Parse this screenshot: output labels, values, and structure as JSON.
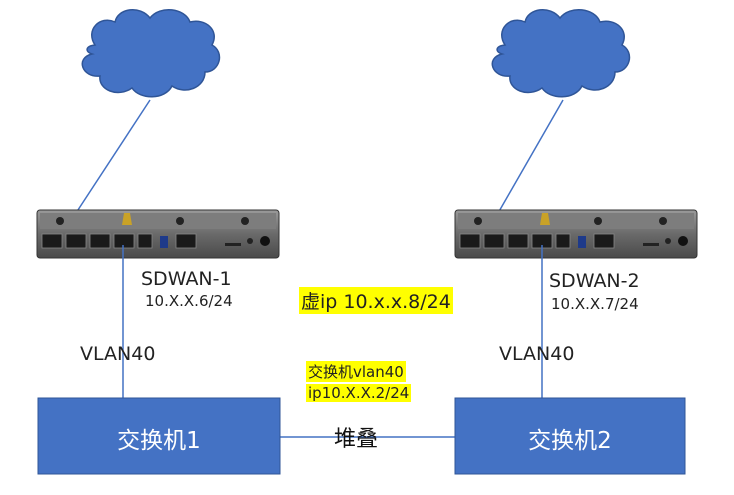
{
  "routers": [
    {
      "name": "SDWAN-1",
      "ip": "10.X.X.6/24"
    },
    {
      "name": "SDWAN-2",
      "ip": "10.X.X.7/24"
    }
  ],
  "vlan_left": "VLAN40",
  "vlan_right": "VLAN40",
  "vip": "虚ip 10.x.x.8/24",
  "switch_vlan": {
    "line1": "交换机vlan40",
    "line2": "ip10.X.X.2/24"
  },
  "switches": [
    {
      "label": "交换机1"
    },
    {
      "label": "交换机2"
    }
  ],
  "stack_label": "堆叠",
  "colors": {
    "cloud": "#4472c4",
    "link": "#4472c4",
    "switch_fill": "#4472c4",
    "highlight": "#ffff00",
    "device_body": "#6e6e6e",
    "device_face": "#3a3a3a"
  }
}
